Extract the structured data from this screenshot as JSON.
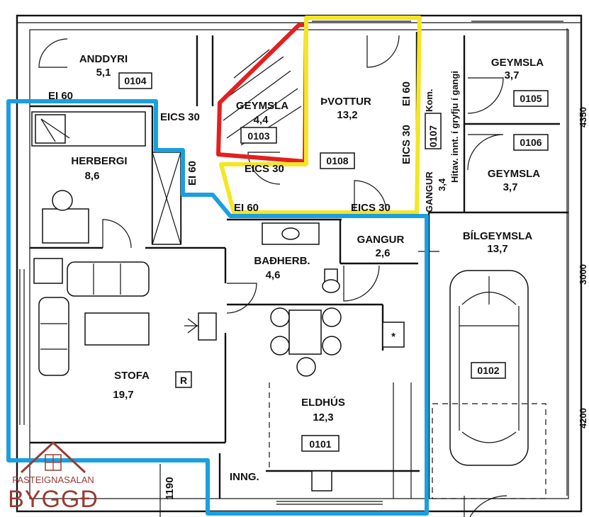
{
  "rooms": {
    "anddyri": {
      "name": "ANDDYRI",
      "area": "5,1",
      "code": "0104",
      "fire": "EI 60"
    },
    "herbergi": {
      "name": "HERBERGI",
      "area": "8,6"
    },
    "geymsla_0103": {
      "name": "GEYMSLA",
      "area": "4,4",
      "code": "0103"
    },
    "thvottur": {
      "name": "ÞVOTTUR",
      "area": "13,2",
      "code": "0108"
    },
    "geymsla_0105": {
      "name": "GEYMSLA",
      "area": "3,7",
      "code": "0105"
    },
    "geymsla_0106": {
      "name": "GEYMSLA",
      "area": "3,7",
      "code": "0106"
    },
    "gangur_0107": {
      "name": "GANGUR",
      "area": "3,4",
      "code": "0107",
      "note": "Hitav. innt. í gryfju í gangi",
      "kom": "Kom."
    },
    "badherb": {
      "name": "BAÐHERB.",
      "area": "4,6"
    },
    "gangur": {
      "name": "GANGUR",
      "area": "2,6"
    },
    "bilgeymsla": {
      "name": "BÍLGEYMSLA",
      "area": "13,7",
      "code": "0102"
    },
    "stofa": {
      "name": "STOFA",
      "area": "19,7"
    },
    "eldhus": {
      "name": "ELDHÚS",
      "area": "12,3",
      "code": "0101"
    },
    "inng": {
      "name": "INNG."
    }
  },
  "fire_labels": {
    "eics30_herb": "EICS 30",
    "ei60_corr": "EI 60",
    "eics_geymsla": "EICS 30",
    "ei60_thv": "EI 60",
    "eics30_thv": "EICS 30",
    "eics30_bottom": "EICS 30",
    "ei60_bottom_partial": "EI 60"
  },
  "dimensions": {
    "d1": "4350",
    "d2": "3000",
    "d3": "4200",
    "d4": "1190"
  },
  "symbols": {
    "r_mark": "R",
    "fridge": "*"
  },
  "logo": {
    "line1": "FASTEIGNASALAN",
    "line2": "BYGGÐ"
  },
  "colors": {
    "blue": "#1a9fe0",
    "yellow": "#f5e623",
    "red": "#e32020",
    "logo": "#9a3b32"
  }
}
